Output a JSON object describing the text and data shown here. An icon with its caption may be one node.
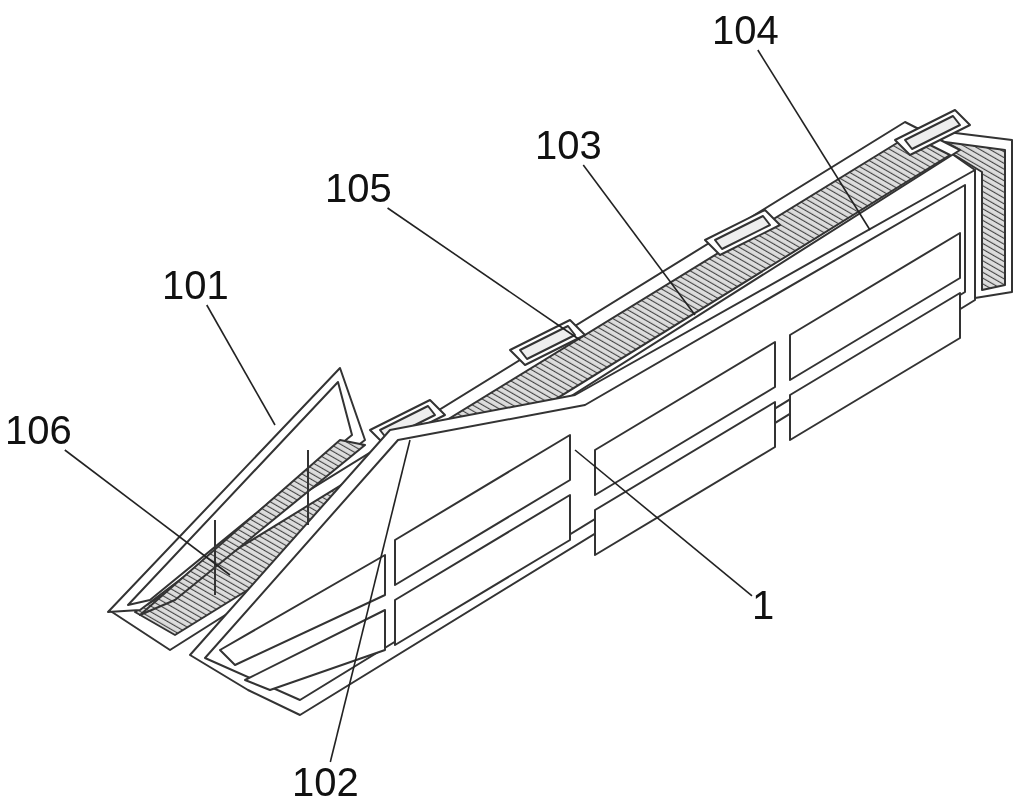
{
  "diagram": {
    "nodes": [
      {
        "text": [
          "104"
        ]
      },
      {
        "text": [
          "103"
        ]
      },
      {
        "text": [
          "105"
        ]
      },
      {
        "text": [
          "101"
        ]
      },
      {
        "text": [
          "106"
        ]
      },
      {
        "text": [
          "1"
        ]
      },
      {
        "text": [
          "102"
        ]
      }
    ],
    "edges": [
      {
        "from": 0,
        "to": null,
        "arrow": "none"
      },
      {
        "from": 1,
        "to": null,
        "arrow": "none"
      },
      {
        "from": 2,
        "to": null,
        "arrow": "none"
      },
      {
        "from": 3,
        "to": null,
        "arrow": "none"
      },
      {
        "from": 4,
        "to": null,
        "arrow": "none"
      },
      {
        "from": 5,
        "to": null,
        "arrow": "none"
      },
      {
        "from": 6,
        "to": null,
        "arrow": "none"
      }
    ]
  }
}
